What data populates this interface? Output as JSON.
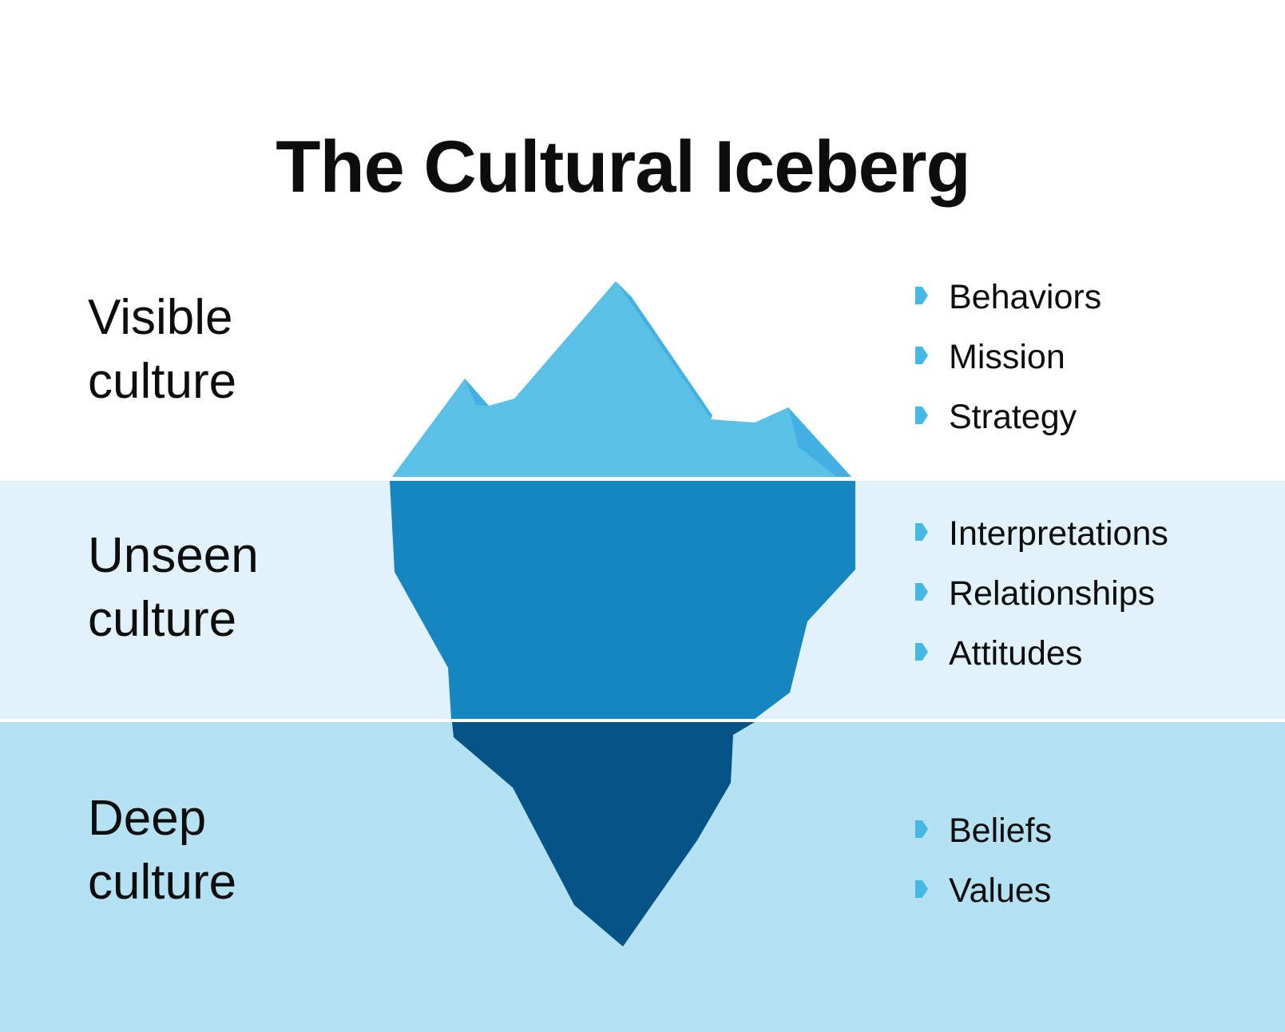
{
  "title": "The Cultural Iceberg",
  "layers": [
    {
      "name_line1": "Visible",
      "name_line2": "culture",
      "items": [
        "Behaviors",
        "Mission",
        "Strategy"
      ]
    },
    {
      "name_line1": "Unseen",
      "name_line2": "culture",
      "items": [
        "Interpretations",
        "Relationships",
        "Attitudes"
      ]
    },
    {
      "name_line1": "Deep",
      "name_line2": "culture",
      "items": [
        "Beliefs",
        "Values"
      ]
    }
  ],
  "colors": {
    "visible_band": "#ffffff",
    "unseen_band": "#e1f2fa",
    "deep_band": "#b4e2f2",
    "iceberg_top": "#5bc0e6",
    "iceberg_top_shade": "#42b0e3",
    "iceberg_middle": "#1686c0",
    "iceberg_bottom": "#045487",
    "bullet": "#46b8e6",
    "text": "#0d0d0d"
  }
}
